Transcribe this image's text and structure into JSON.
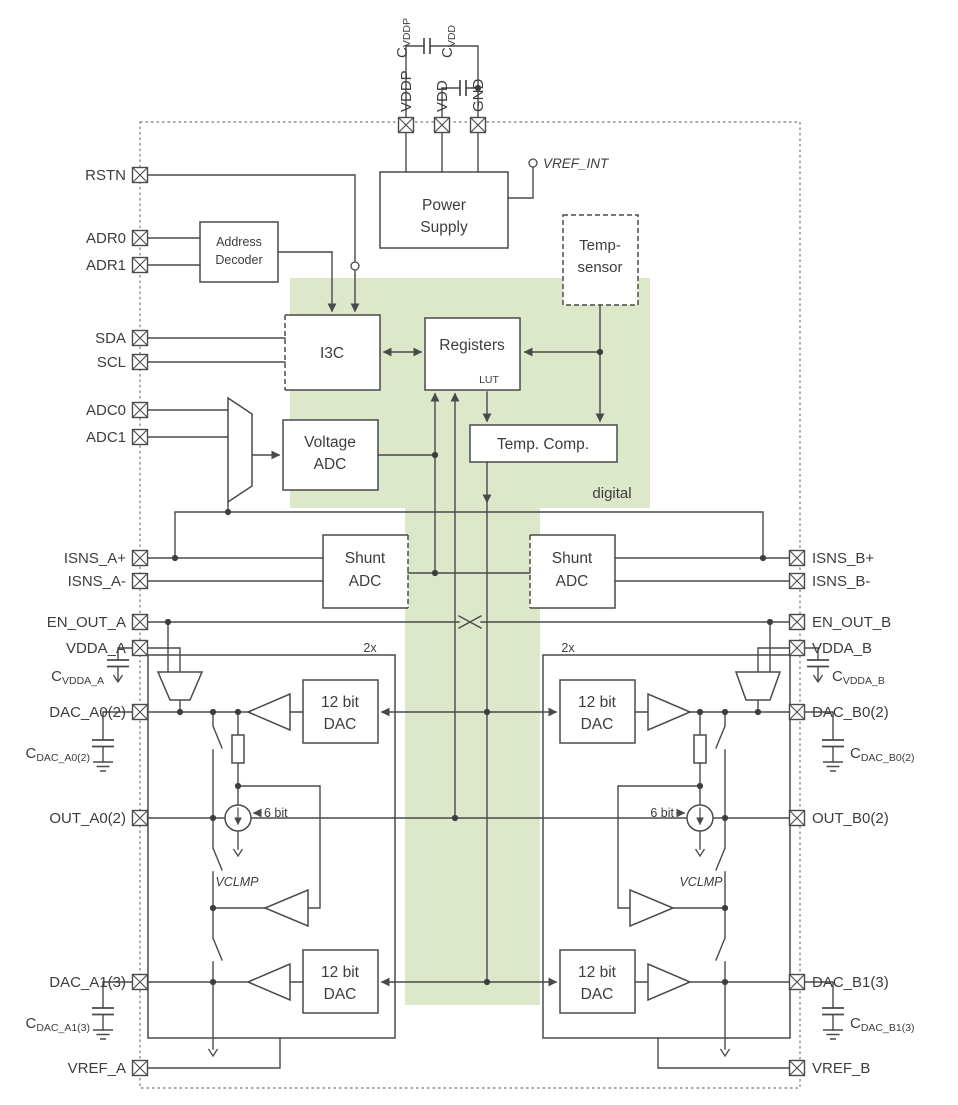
{
  "colors": {
    "digital_fill": "#dde7c9",
    "line": "#4a4a4a",
    "text": "#3d3d3d"
  },
  "pins": {
    "vddp": "VDDP",
    "vdd": "VDD",
    "gnd": "GND",
    "rstn": "RSTN",
    "adr0": "ADR0",
    "adr1": "ADR1",
    "sda": "SDA",
    "scl": "SCL",
    "adc0": "ADC0",
    "adc1": "ADC1",
    "isns_a_plus": "ISNS_A+",
    "isns_a_minus": "ISNS_A-",
    "en_out_a": "EN_OUT_A",
    "vdda_a": "VDDA_A",
    "dac_a0": "DAC_A0(2)",
    "out_a0": "OUT_A0(2)",
    "dac_a1": "DAC_A1(3)",
    "vref_a": "VREF_A",
    "isns_b_plus": "ISNS_B+",
    "isns_b_minus": "ISNS_B-",
    "en_out_b": "EN_OUT_B",
    "vdda_b": "VDDA_B",
    "dac_b0": "DAC_B0(2)",
    "out_b0": "OUT_B0(2)",
    "dac_b1": "DAC_B1(3)",
    "vref_b": "VREF_B"
  },
  "capacitors": {
    "prefix": "C",
    "cvddp": "VDDP",
    "cvdd": "VDD",
    "cvdda_a": "VDDA_A",
    "cvdda_b": "VDDA_B",
    "cdac_a0": "DAC_A0(2)",
    "cdac_b0": "DAC_B0(2)",
    "cdac_a1": "DAC_A1(3)",
    "cdac_b1": "DAC_B1(3)"
  },
  "blocks": {
    "power_supply_line1": "Power",
    "power_supply_line2": "Supply",
    "temp_sensor_line1": "Temp-",
    "temp_sensor_line2": "sensor",
    "address_decoder_line1": "Address",
    "address_decoder_line2": "Decoder",
    "i3c": "I3C",
    "registers": "Registers",
    "lut": "LUT",
    "temp_comp": "Temp. Comp.",
    "voltage_adc_line1": "Voltage",
    "voltage_adc_line2": "ADC",
    "shunt_adc_line1": "Shunt",
    "shunt_adc_line2": "ADC",
    "dac_line1": "12 bit",
    "dac_line2": "DAC"
  },
  "annotations": {
    "vref_int": "VREF_INT",
    "digital": "digital",
    "vclmp": "VCLMP",
    "six_bit": "6 bit",
    "two_x": "2x"
  }
}
